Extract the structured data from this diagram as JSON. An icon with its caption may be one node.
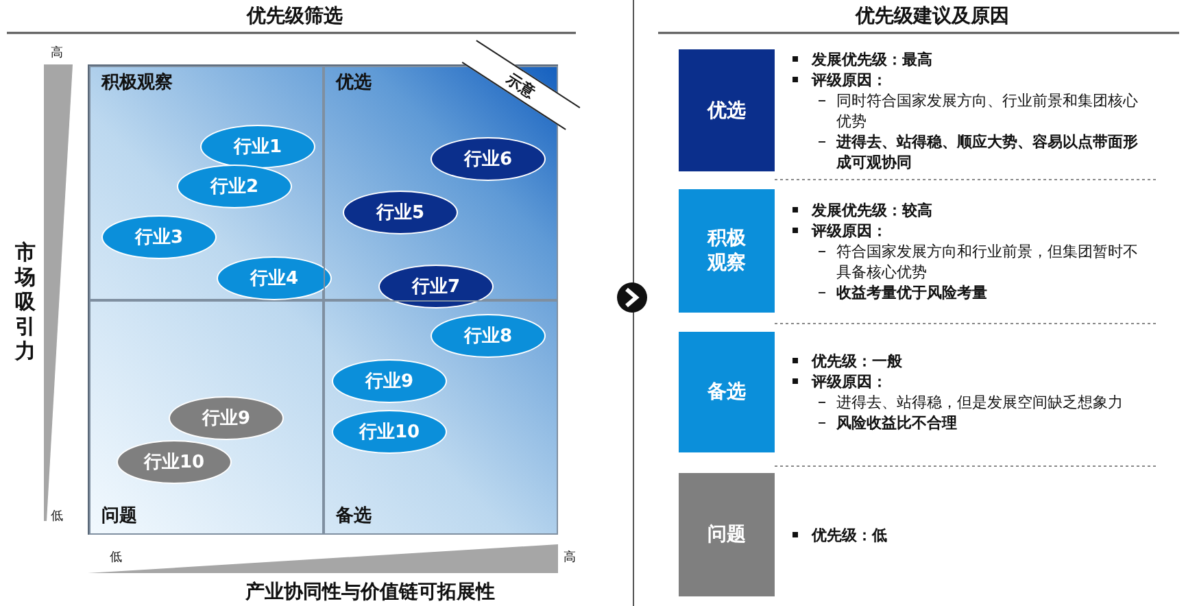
{
  "diagram": {
    "nodes": [
      {
        "text": [
          "积极观察"
        ]
      },
      {
        "text": [
          "行业1"
        ],
        "in": 0
      },
      {
        "text": [
          "行业2"
        ],
        "in": 0
      },
      {
        "text": [
          "行业3"
        ],
        "in": 0
      },
      {
        "text": [
          "行业4"
        ],
        "in": 0
      },
      {
        "text": [
          "优选"
        ]
      },
      {
        "text": [
          "行业6"
        ],
        "in": 5
      },
      {
        "text": [
          "行业5"
        ],
        "in": 5
      },
      {
        "text": [
          "行业7"
        ],
        "in": 5
      },
      {
        "text": [
          "问题"
        ]
      },
      {
        "text": [
          "行业9"
        ],
        "in": 9
      },
      {
        "text": [
          "行业10"
        ],
        "in": 9
      },
      {
        "text": [
          "备选"
        ]
      },
      {
        "text": [
          "行业8"
        ],
        "in": 12
      },
      {
        "text": [
          "行业9"
        ],
        "in": 12
      },
      {
        "text": [
          "行业10"
        ],
        "in": 12
      },
      {
        "text": [
          "优选"
        ],
        "beside": [
          "发展优先级：最高",
          "评级原因：",
          "同时符合国家发展方向、行业前景和集团核心优势",
          "进得去、站得稳、顺应大势、容易以点带面形成可观协同"
        ]
      },
      {
        "text": [
          "积极观察"
        ],
        "beside": [
          "发展优先级：较高",
          "评级原因：",
          "符合国家发展方向和行业前景，但集团暂时不具备核心优势",
          "收益考量优于风险考量"
        ]
      },
      {
        "text": [
          "备选"
        ],
        "beside": [
          "优先级：一般",
          "评级原因：",
          "进得去、站得稳，但是发展空间缺乏想象力",
          "风险收益比不合理"
        ]
      },
      {
        "text": [
          "问题"
        ],
        "beside": [
          "优先级：低"
        ]
      }
    ],
    "labels": [
      "优先级筛选",
      "优先级建议及原因",
      "高",
      "示意",
      "市场吸引力",
      "低",
      "低",
      "高",
      "产业协同性与价值链可拓展性"
    ]
  }
}
